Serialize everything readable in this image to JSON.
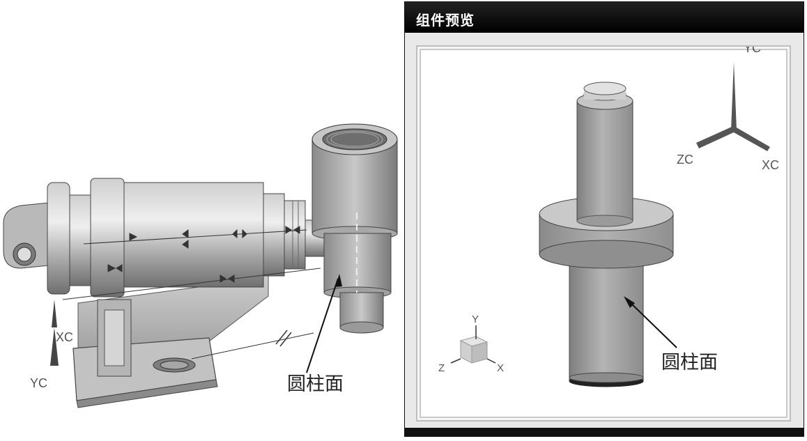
{
  "window": {
    "title": "组件预览"
  },
  "main_view": {
    "axes": {
      "x": "XC",
      "y": "YC"
    },
    "callout": "圆柱面"
  },
  "preview": {
    "triad": {
      "y": "YC",
      "z": "ZC",
      "x": "XC"
    },
    "mini_axes": {
      "y": "Y",
      "z": "Z",
      "x": "X"
    },
    "callout": "圆柱面"
  },
  "colors": {
    "title_bar": "#000000",
    "title_text": "#ffffff",
    "part_gray": "#9a9a9a"
  }
}
